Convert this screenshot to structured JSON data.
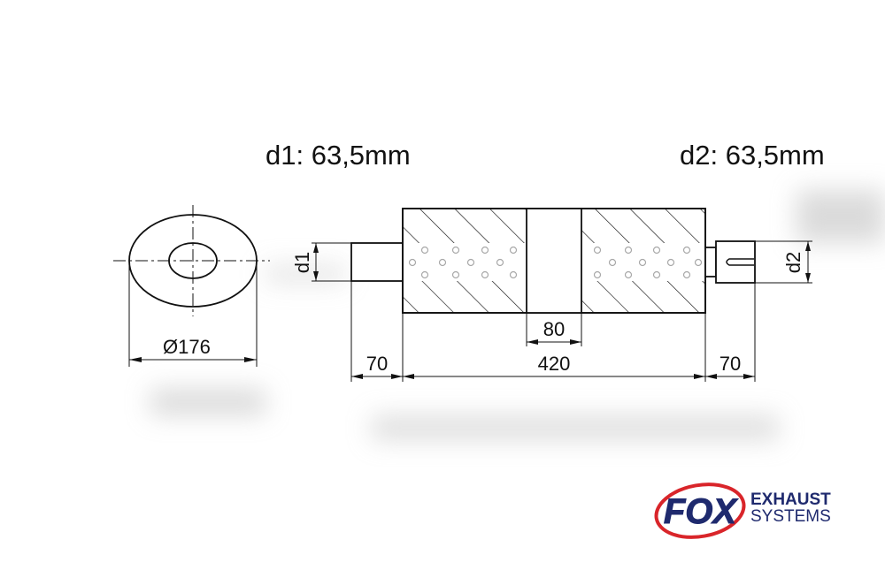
{
  "header": {
    "d1_title": "d1: 63,5mm",
    "d2_title": "d2: 63,5mm"
  },
  "end_view": {
    "diameter_label": "Ø176"
  },
  "side_view": {
    "inlet_label": "d1",
    "outlet_label": "d2",
    "inlet_length": "70",
    "body_length": "420",
    "center_gap": "80",
    "outlet_length": "70"
  },
  "logo": {
    "mark_text": "FOX",
    "line1": "EXHAUST",
    "line2": "SYSTEMS"
  },
  "colors": {
    "line": "#111111",
    "logo_blue": "#1f2a6e",
    "logo_red": "#d9252a",
    "shadow": "#c8c8c8",
    "perforation": "#a8a8a8"
  }
}
